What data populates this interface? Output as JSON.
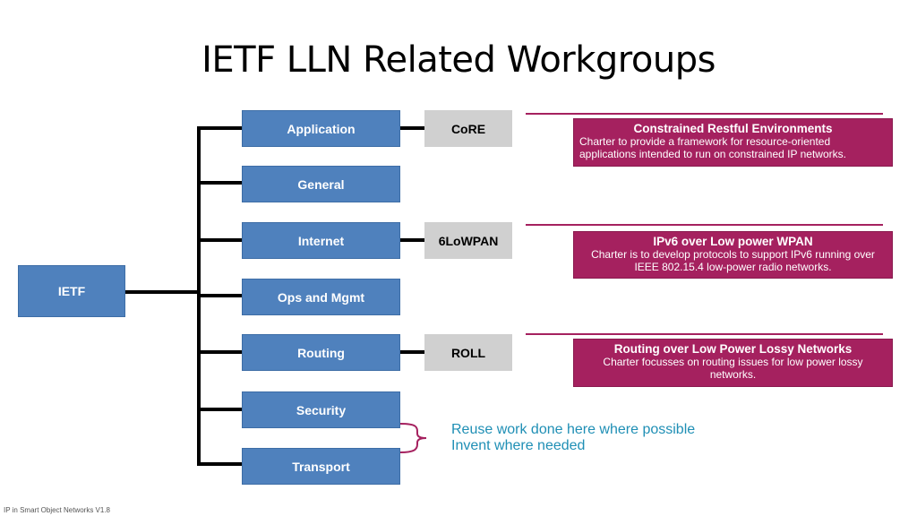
{
  "title": "IETF LLN Related Workgroups",
  "root": {
    "label": "IETF"
  },
  "areas": [
    {
      "label": "Application"
    },
    {
      "label": "General"
    },
    {
      "label": "Internet"
    },
    {
      "label": "Ops and Mgmt"
    },
    {
      "label": "Routing"
    },
    {
      "label": "Security"
    },
    {
      "label": "Transport"
    }
  ],
  "workgroups": [
    {
      "label": "CoRE",
      "area": "Application",
      "title": "Constrained Restful Environments",
      "charter": "Charter to provide a framework for resource-oriented applications intended to run on constrained IP networks."
    },
    {
      "label": "6LoWPAN",
      "area": "Internet",
      "title": "IPv6 over Low power WPAN",
      "charter": "Charter is to develop protocols to support IPv6 running over IEEE 802.15.4 low-power radio networks."
    },
    {
      "label": "ROLL",
      "area": "Routing",
      "title": "Routing over Low Power Lossy Networks",
      "charter": "Charter focusses on routing issues for low power lossy networks."
    }
  ],
  "note": {
    "line1": "Reuse work done here where possible",
    "line2": "Invent where needed"
  },
  "footer": "IP in Smart Object Networks V1.8",
  "colors": {
    "area": "#4f81bd",
    "workgroup": "#d0d0d0",
    "description": "#a5215f",
    "note": "#1f8fb5"
  }
}
